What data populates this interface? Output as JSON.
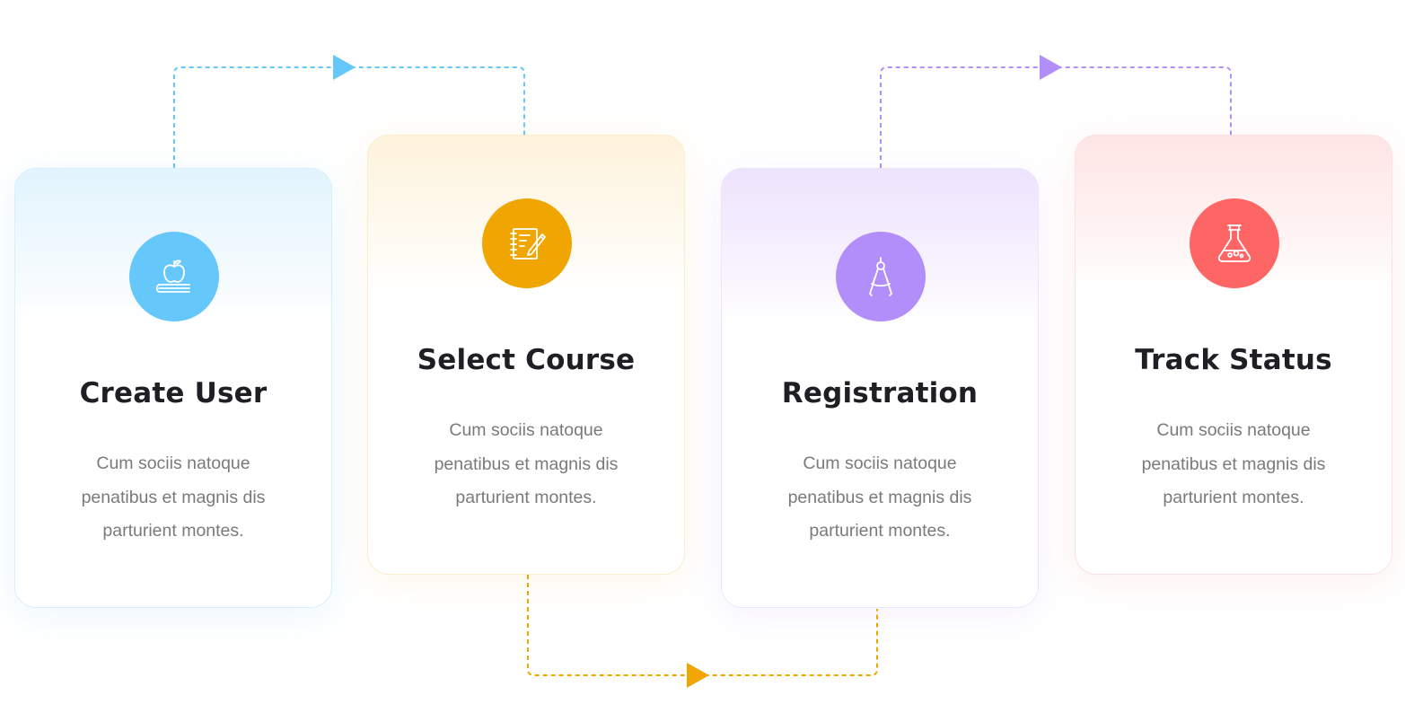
{
  "colors": {
    "blue": "#66c7fa",
    "yellow": "#f0a500",
    "purple": "#b18ef9",
    "red": "#fe6565"
  },
  "steps": [
    {
      "title": "Create User",
      "description": "Cum sociis natoque penatibus et magnis dis parturient montes.",
      "icon": "apple-books-icon",
      "color": "#66c7fa"
    },
    {
      "title": "Select Course",
      "description": "Cum sociis natoque penatibus et magnis dis parturient montes.",
      "icon": "notepad-pencil-icon",
      "color": "#f0a500"
    },
    {
      "title": "Registration",
      "description": "Cum sociis natoque penatibus et magnis dis parturient montes.",
      "icon": "drawing-compass-icon",
      "color": "#b18ef9"
    },
    {
      "title": "Track Status",
      "description": "Cum sociis natoque penatibus et magnis dis parturient montes.",
      "icon": "flask-icon",
      "color": "#fe6565"
    }
  ],
  "connectors": [
    {
      "from_step": 1,
      "to_step": 2,
      "route": "over-top",
      "icon": "arrow-right-icon",
      "color": "#66c7fa"
    },
    {
      "from_step": 2,
      "to_step": 3,
      "route": "under-bottom",
      "icon": "arrow-right-icon",
      "color": "#f0a500"
    },
    {
      "from_step": 3,
      "to_step": 4,
      "route": "over-top",
      "icon": "arrow-right-icon",
      "color": "#b18ef9"
    }
  ]
}
